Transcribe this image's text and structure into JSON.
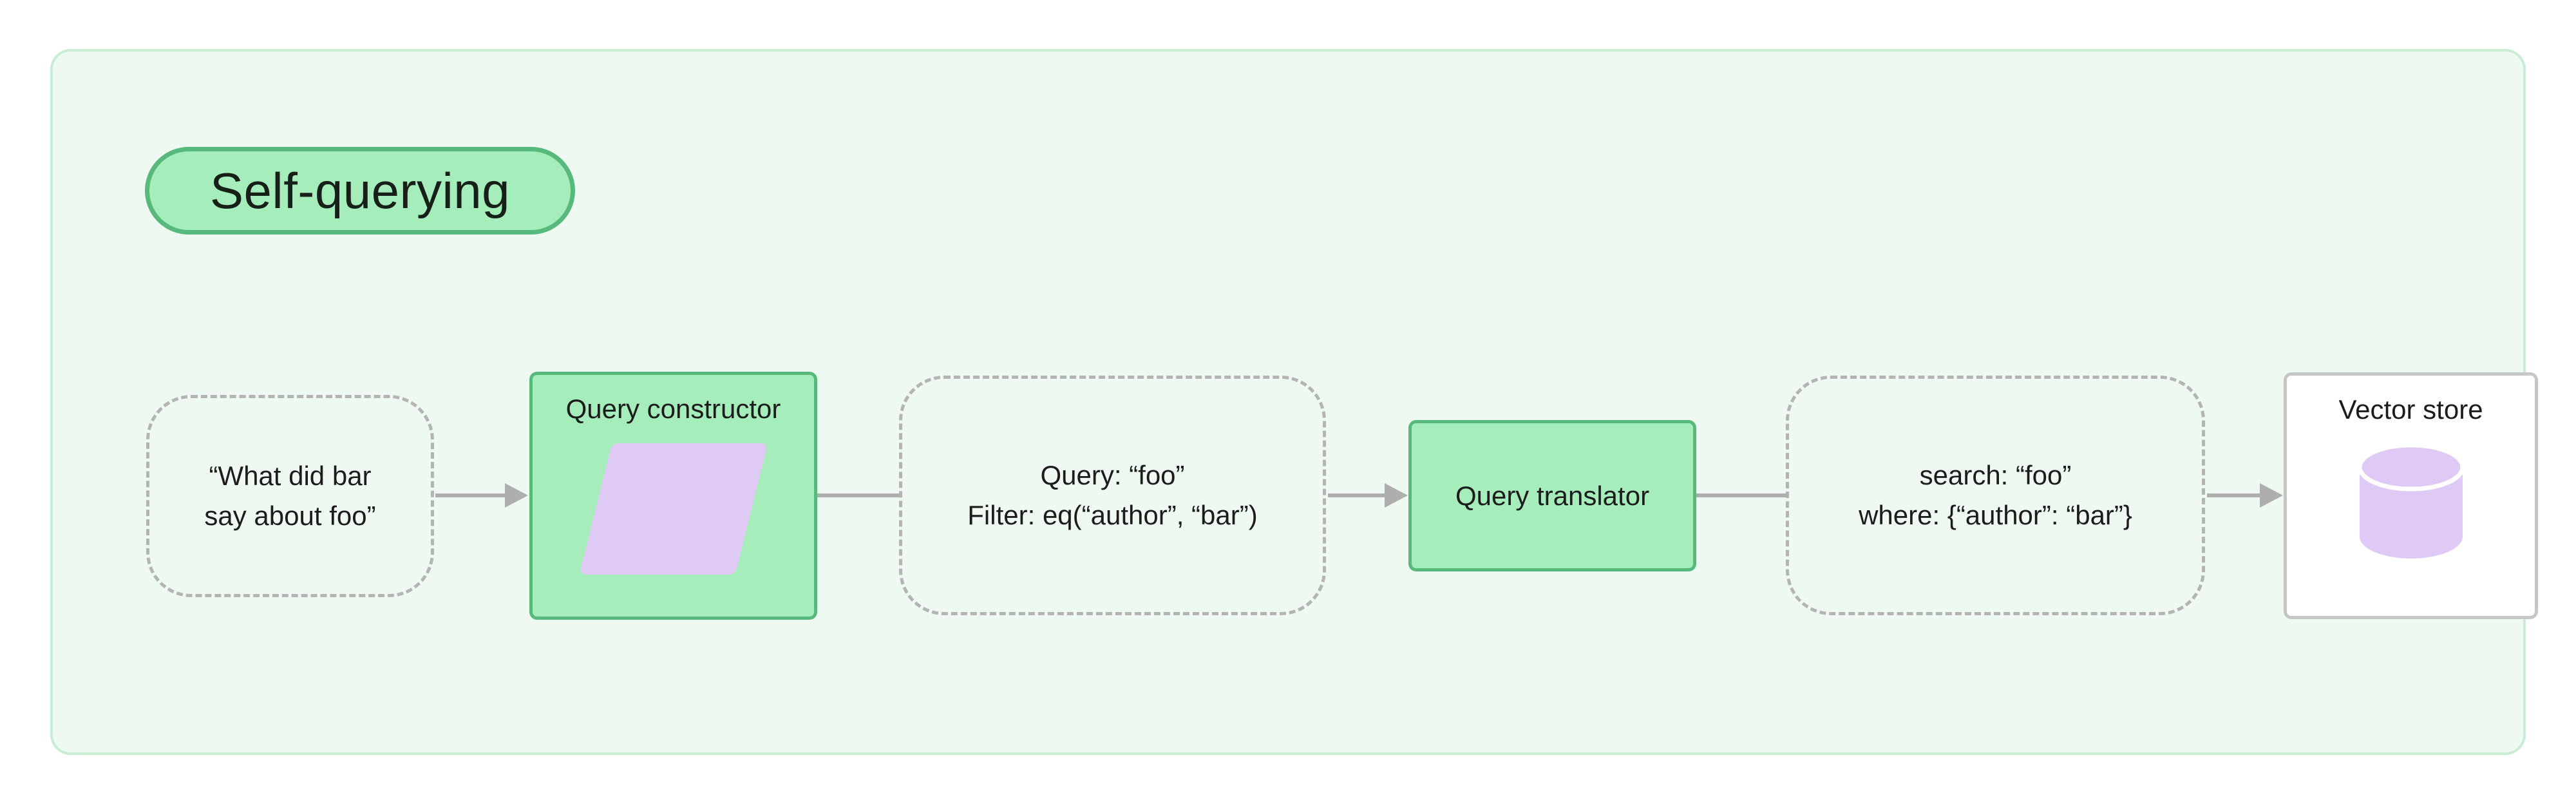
{
  "badge": {
    "label": "Self-querying"
  },
  "nodes": {
    "input": {
      "line1": "“What did bar",
      "line2": "say about foo”"
    },
    "query_constructor": {
      "label": "Query constructor"
    },
    "structured_query": {
      "line1": "Query: “foo”",
      "line2": "Filter: eq(“author”, “bar”)"
    },
    "query_translator": {
      "label": "Query translator"
    },
    "translated_query": {
      "line1": "search: “foo”",
      "line2": "where: {“author”: “bar”}"
    },
    "vector_store": {
      "label": "Vector store"
    }
  },
  "icons": {
    "parallelogram": "query-document-shape",
    "cylinder": "database-cylinder"
  },
  "colors": {
    "panel_bg": "#eefaf1",
    "panel_border": "#c9ecd3",
    "node_green_bg": "#a5eebc",
    "node_green_border": "#57b97c",
    "badge_bg": "#a5eebc",
    "badge_border": "#57b97c",
    "lavender": "#decaf5",
    "dashed_border": "#b4b4b4",
    "arrow": "#aeaeae",
    "text": "#1c1c1c"
  }
}
